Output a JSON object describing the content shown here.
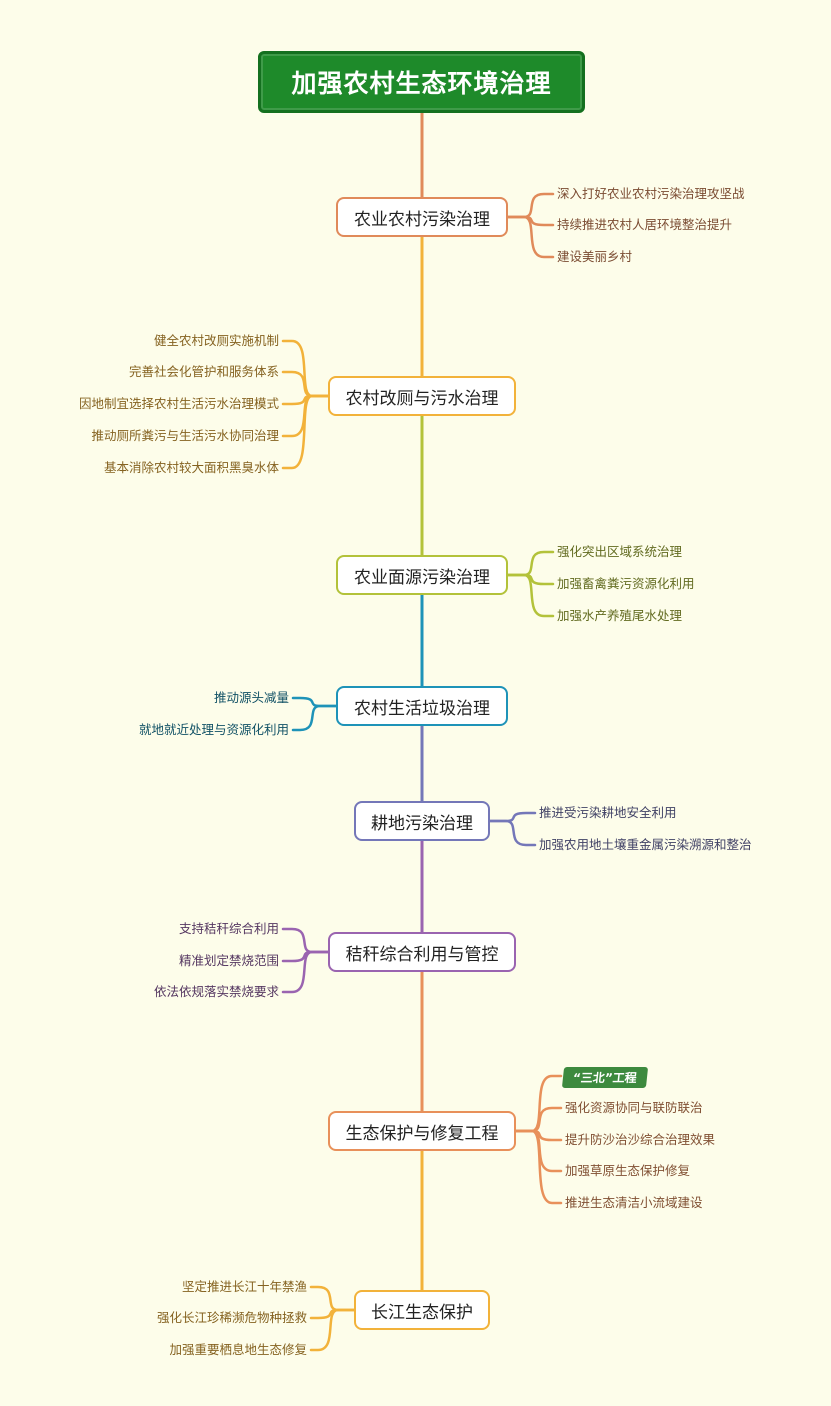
{
  "title": "加强农村生态环境治理",
  "colors": {
    "background": "#fdfdea",
    "root_fill": "#1e8a2a",
    "tag_fill": "#3d8a3e"
  },
  "branches": [
    {
      "label": "农业农村污染治理",
      "color": "#e08a5a",
      "side": "right",
      "items": [
        "深入打好农业农村污染治理攻坚战",
        "持续推进农村人居环境整治提升",
        "建设美丽乡村"
      ]
    },
    {
      "label": "农村改厕与污水治理",
      "color": "#f2b23a",
      "side": "left",
      "items": [
        "健全农村改厕实施机制",
        "完善社会化管护和服务体系",
        "因地制宜选择农村生活污水治理模式",
        "推动厕所粪污与生活污水协同治理",
        "基本消除农村较大面积黑臭水体"
      ]
    },
    {
      "label": "农业面源污染治理",
      "color": "#b3c23a",
      "side": "right",
      "items": [
        "强化突出区域系统治理",
        "加强畜禽粪污资源化利用",
        "加强水产养殖尾水处理"
      ]
    },
    {
      "label": "农村生活垃圾治理",
      "color": "#1e93b8",
      "side": "left",
      "items": [
        "推动源头减量",
        "就地就近处理与资源化利用"
      ]
    },
    {
      "label": "耕地污染治理",
      "color": "#7477b8",
      "side": "right",
      "items": [
        "推进受污染耕地安全利用",
        "加强农用地土壤重金属污染溯源和整治"
      ]
    },
    {
      "label": "秸秆综合利用与管控",
      "color": "#9a64b0",
      "side": "left",
      "items": [
        "支持秸秆综合利用",
        "精准划定禁烧范围",
        "依法依规落实禁烧要求"
      ]
    },
    {
      "label": "生态保护与修复工程",
      "color": "#e8905a",
      "side": "right",
      "tag": "“三北”工程",
      "items": [
        "强化资源协同与联防联治",
        "提升防沙治沙综合治理效果",
        "加强草原生态保护修复",
        "推进生态清洁小流域建设"
      ]
    },
    {
      "label": "长江生态保护",
      "color": "#f2b23a",
      "side": "left",
      "items": [
        "坚定推进长江十年禁渔",
        "强化长江珍稀濒危物种拯救",
        "加强重要栖息地生态修复"
      ]
    }
  ]
}
